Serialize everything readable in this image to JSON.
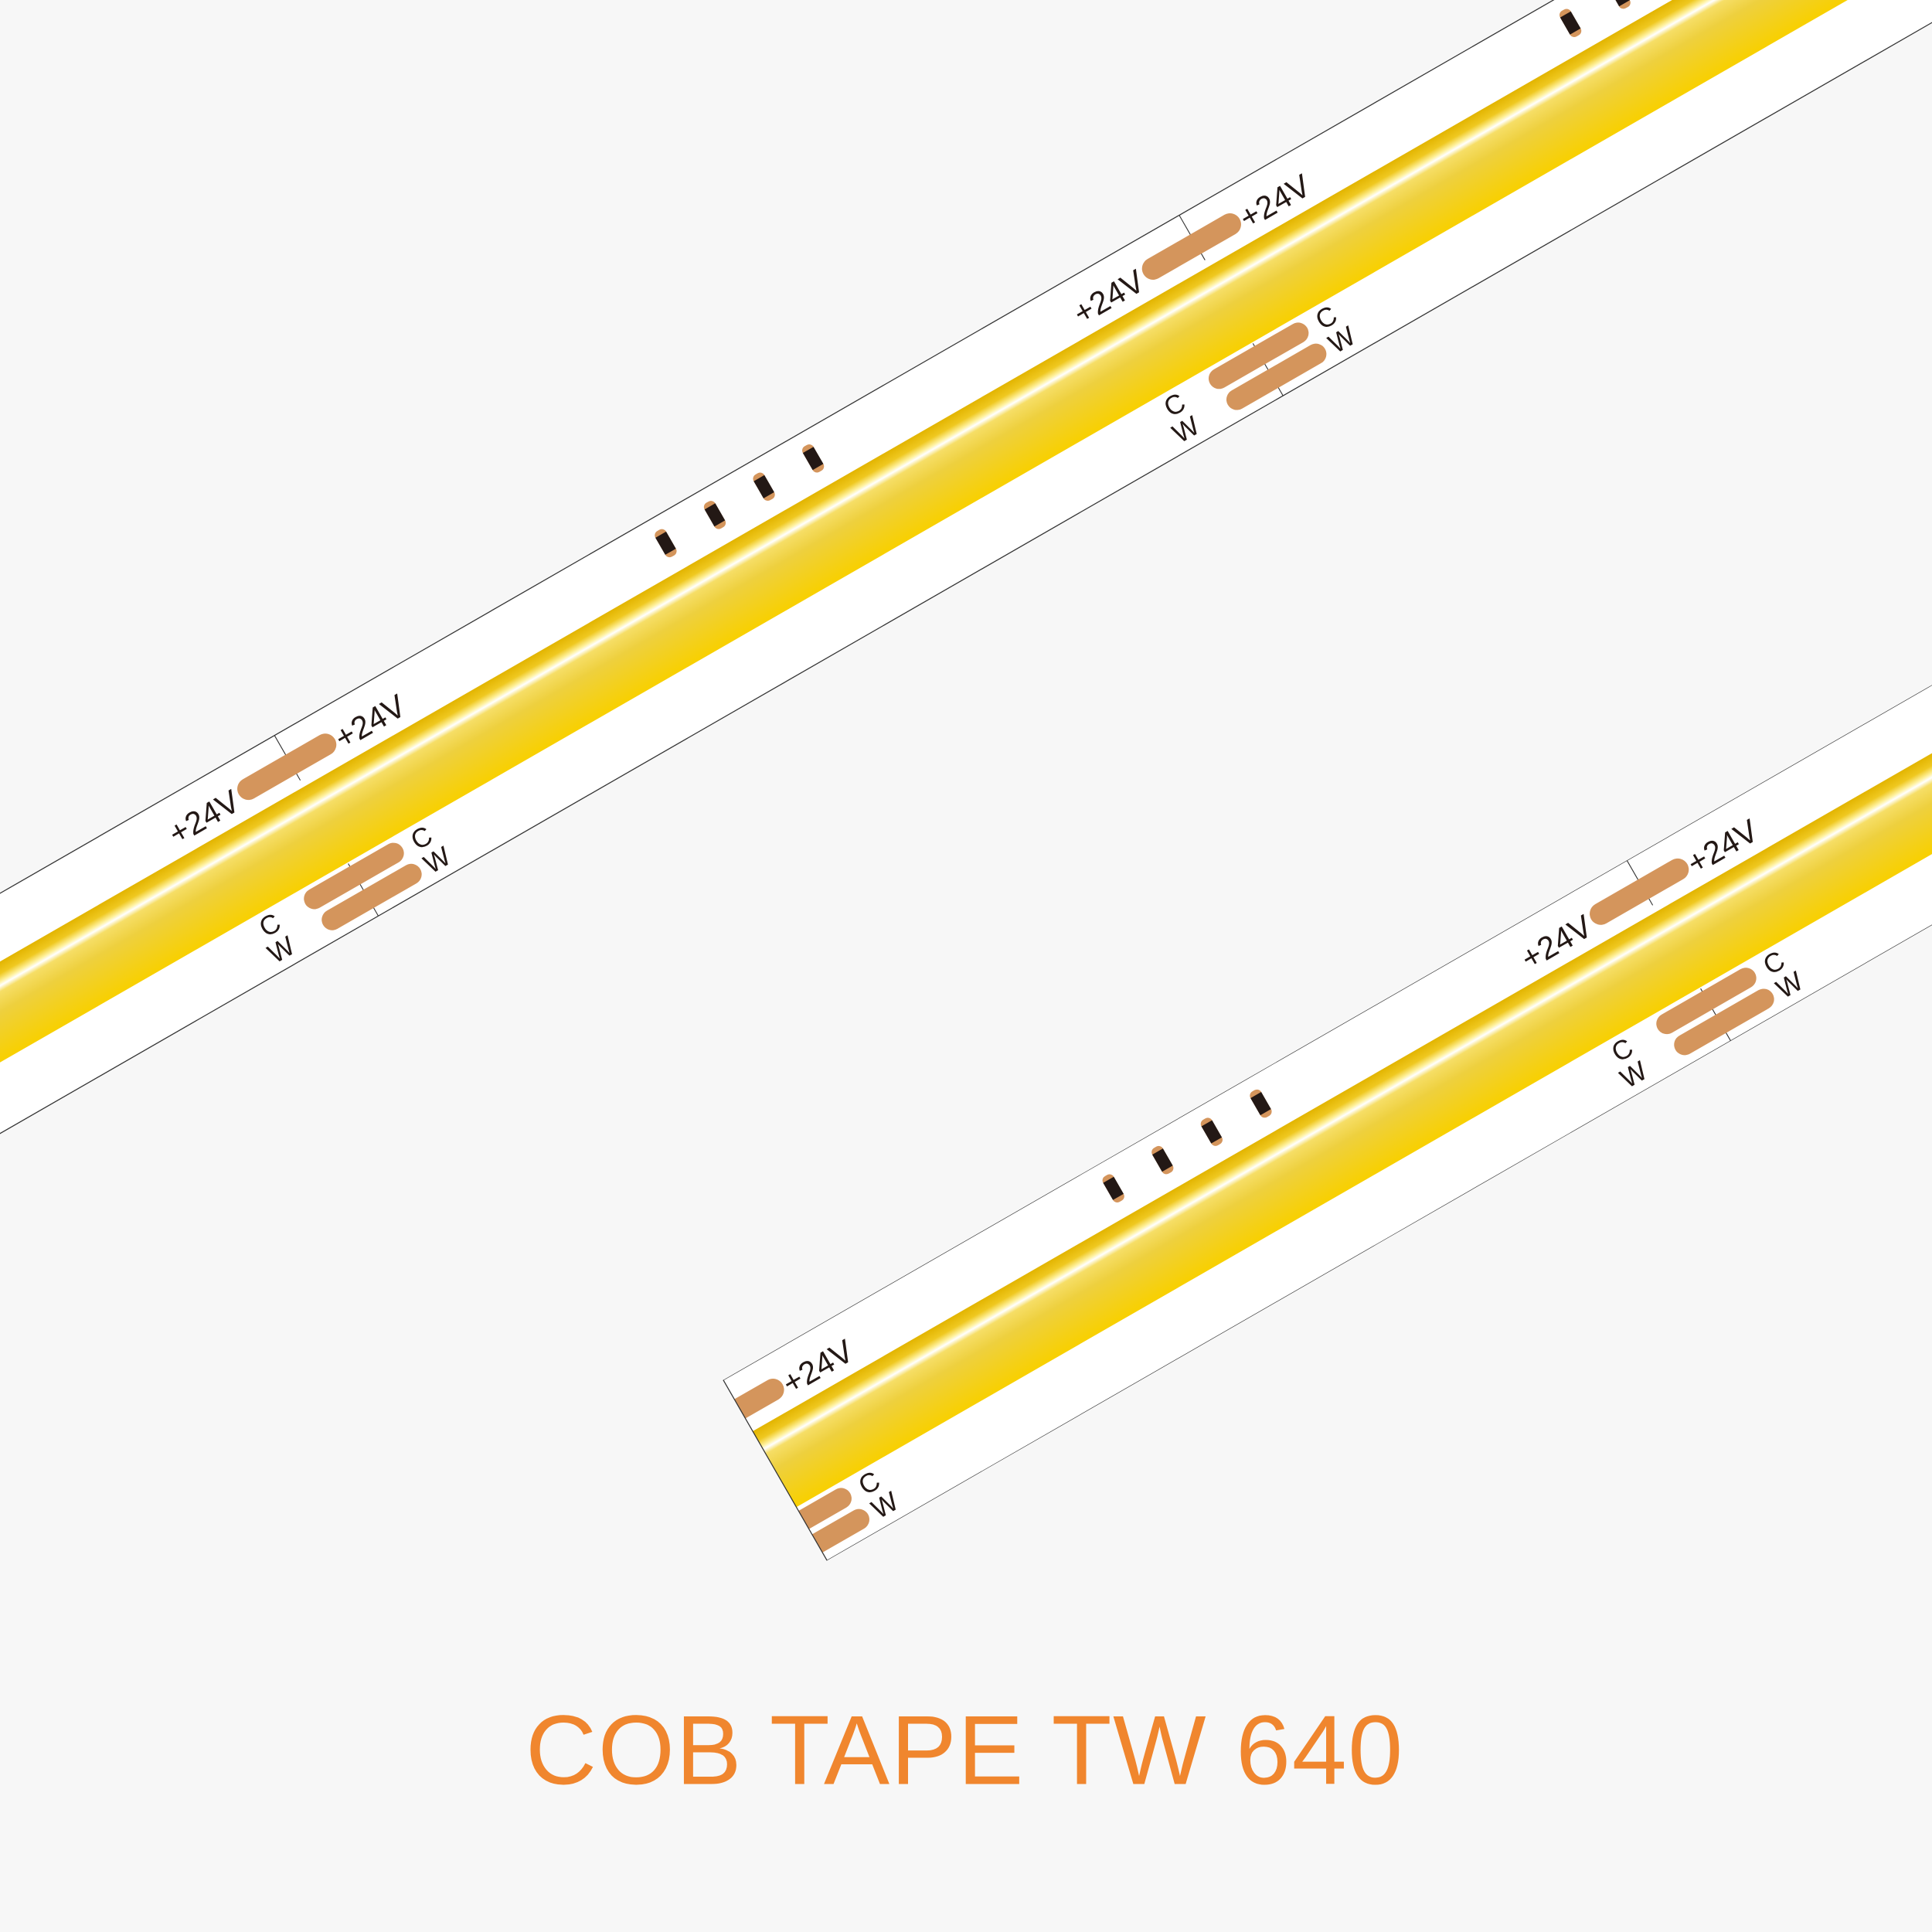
{
  "title": "COB TAPE TW 640",
  "labels": {
    "voltage": "+24V",
    "cool": "C",
    "warm": "W"
  },
  "colors": {
    "background": "#f7f7f7",
    "title": "#f0862e",
    "pad": "#d4955c",
    "chip": "#231815",
    "outline": "#333333",
    "phosphor_top": "#e6b800",
    "phosphor_bottom": "#f8d000"
  }
}
